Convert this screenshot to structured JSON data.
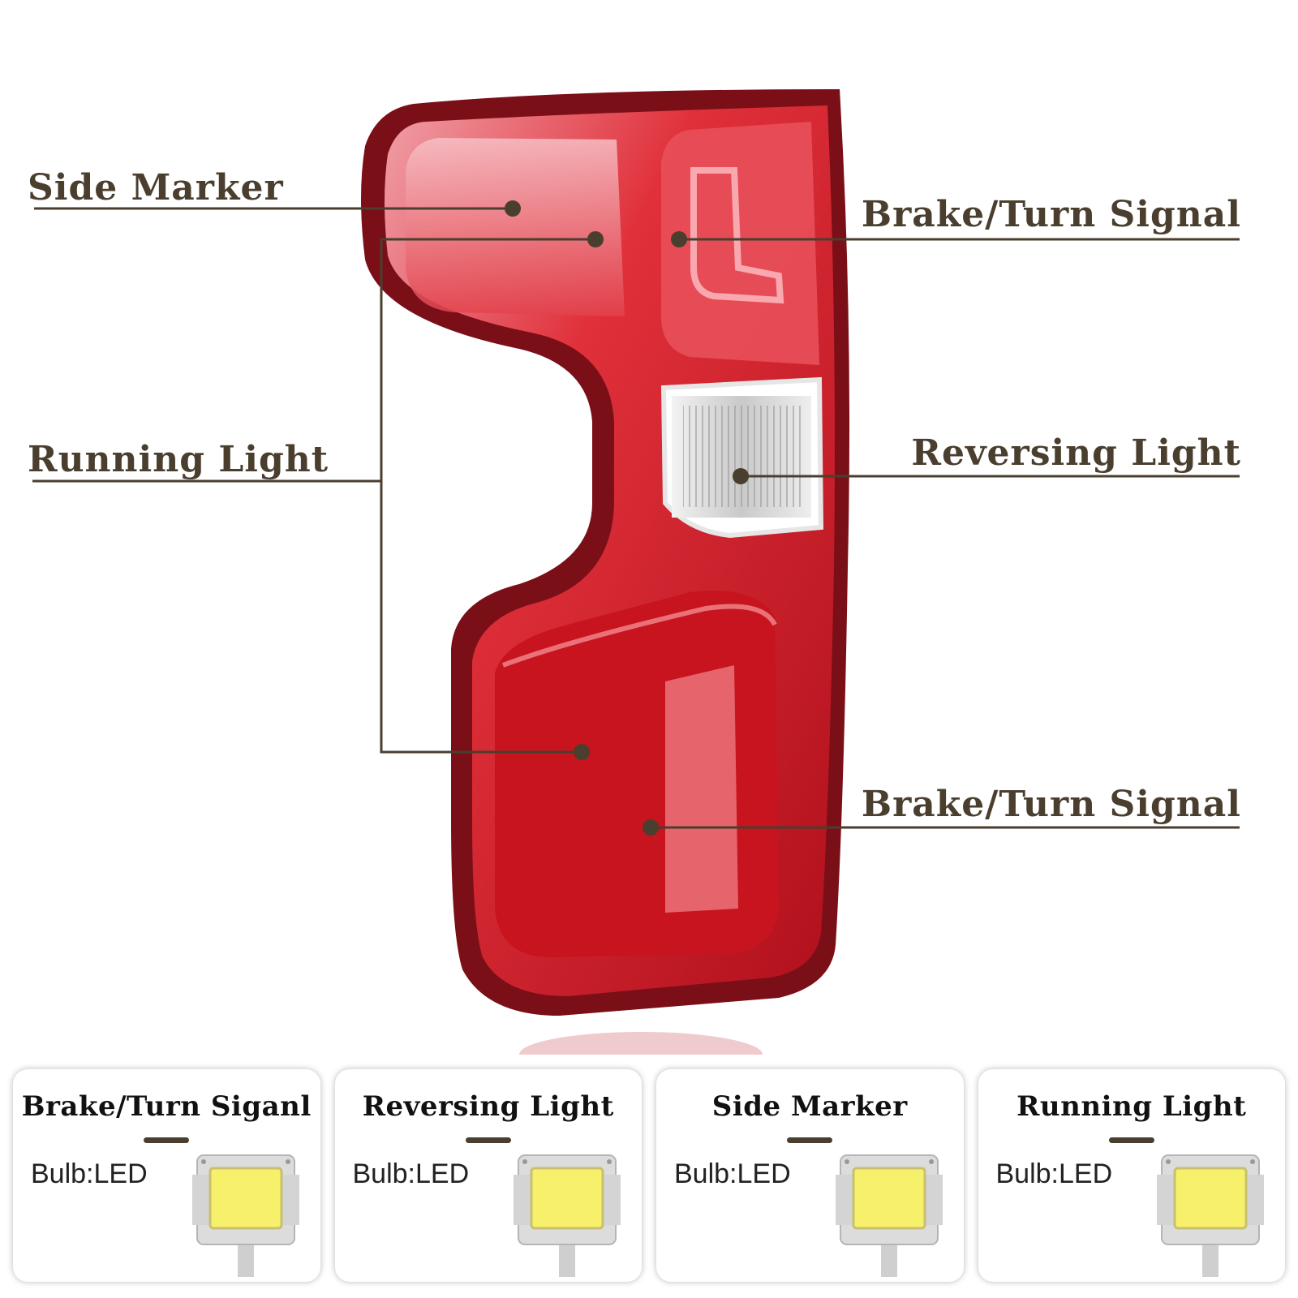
{
  "callouts": {
    "side_marker": "Side Marker",
    "brake_turn_top": "Brake/Turn Signal",
    "running_light": "Running Light",
    "reversing_light": "Reversing Light",
    "brake_turn_bottom": "Brake/Turn Signal"
  },
  "cards": [
    {
      "title": "Brake/Turn Siganl",
      "bulb": "Bulb:LED",
      "icon": "led-chip-icon"
    },
    {
      "title": "Reversing Light",
      "bulb": "Bulb:LED",
      "icon": "led-chip-icon"
    },
    {
      "title": "Side Marker",
      "bulb": "Bulb:LED",
      "icon": "led-chip-icon"
    },
    {
      "title": "Running Light",
      "bulb": "Bulb:LED",
      "icon": "led-chip-icon"
    }
  ],
  "colors": {
    "callout_text": "#4a3e2e",
    "lens_red": "#d81c25",
    "housing_dark": "#7a0f18",
    "led_yellow": "#f7f06a"
  }
}
